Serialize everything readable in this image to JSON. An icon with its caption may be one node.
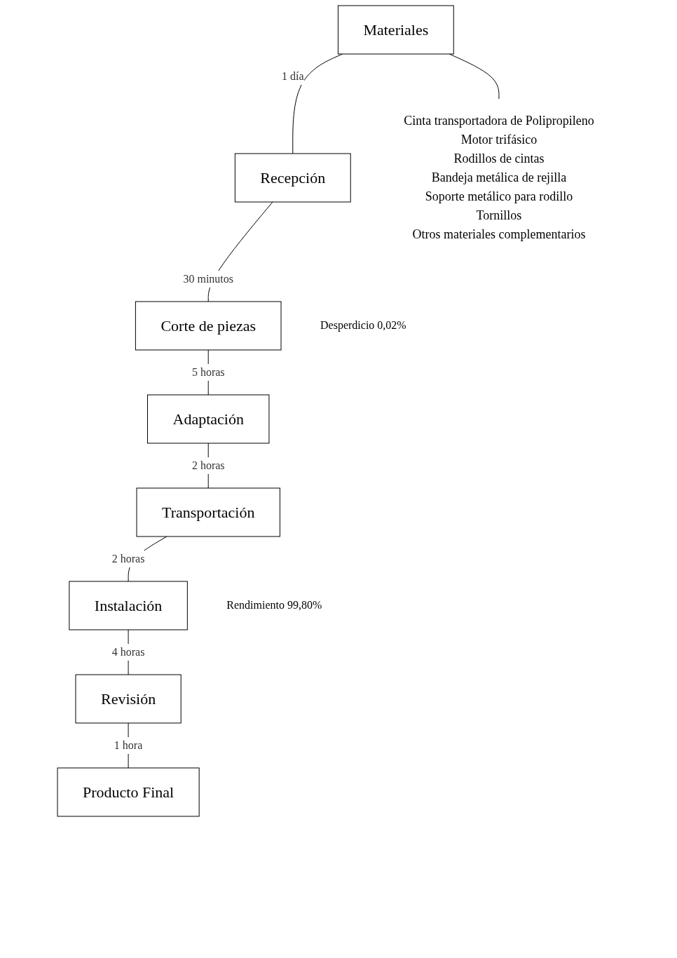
{
  "diagram": {
    "nodes": [
      {
        "text": [
          "Materiales"
        ]
      },
      {
        "text": [
          "Recepción"
        ]
      },
      {
        "text": [
          "Corte de piezas"
        ],
        "beside": [
          "Desperdicio 0,02%"
        ]
      },
      {
        "text": [
          "Adaptación"
        ]
      },
      {
        "text": [
          "Transportación"
        ]
      },
      {
        "text": [
          "Instalación"
        ],
        "beside": [
          "Rendimiento 99,80%"
        ]
      },
      {
        "text": [
          "Revisión"
        ]
      },
      {
        "text": [
          "Producto Final"
        ]
      },
      {
        "text": [
          "Cinta transportadora de Polipropileno",
          "Motor trifásico",
          "Rodillos de cintas",
          "Bandeja metálica de rejilla",
          "Soporte metálico para rodillo",
          "Tornillos",
          "Otros materiales complementarios"
        ]
      }
    ],
    "edges": [
      {
        "from": 0,
        "to": 8,
        "arrow": "none"
      },
      {
        "from": 0,
        "to": 1,
        "arrow": "none",
        "label": "1 día"
      },
      {
        "from": 1,
        "to": 2,
        "arrow": "none",
        "label": "30 minutos"
      },
      {
        "from": 2,
        "to": 3,
        "arrow": "none",
        "label": "5 horas"
      },
      {
        "from": 3,
        "to": 4,
        "arrow": "none",
        "label": "2 horas"
      },
      {
        "from": 4,
        "to": 5,
        "arrow": "none",
        "label": "2 horas"
      },
      {
        "from": 5,
        "to": 6,
        "arrow": "none",
        "label": "4 horas"
      },
      {
        "from": 6,
        "to": 7,
        "arrow": "none",
        "label": "1 hora"
      }
    ]
  }
}
